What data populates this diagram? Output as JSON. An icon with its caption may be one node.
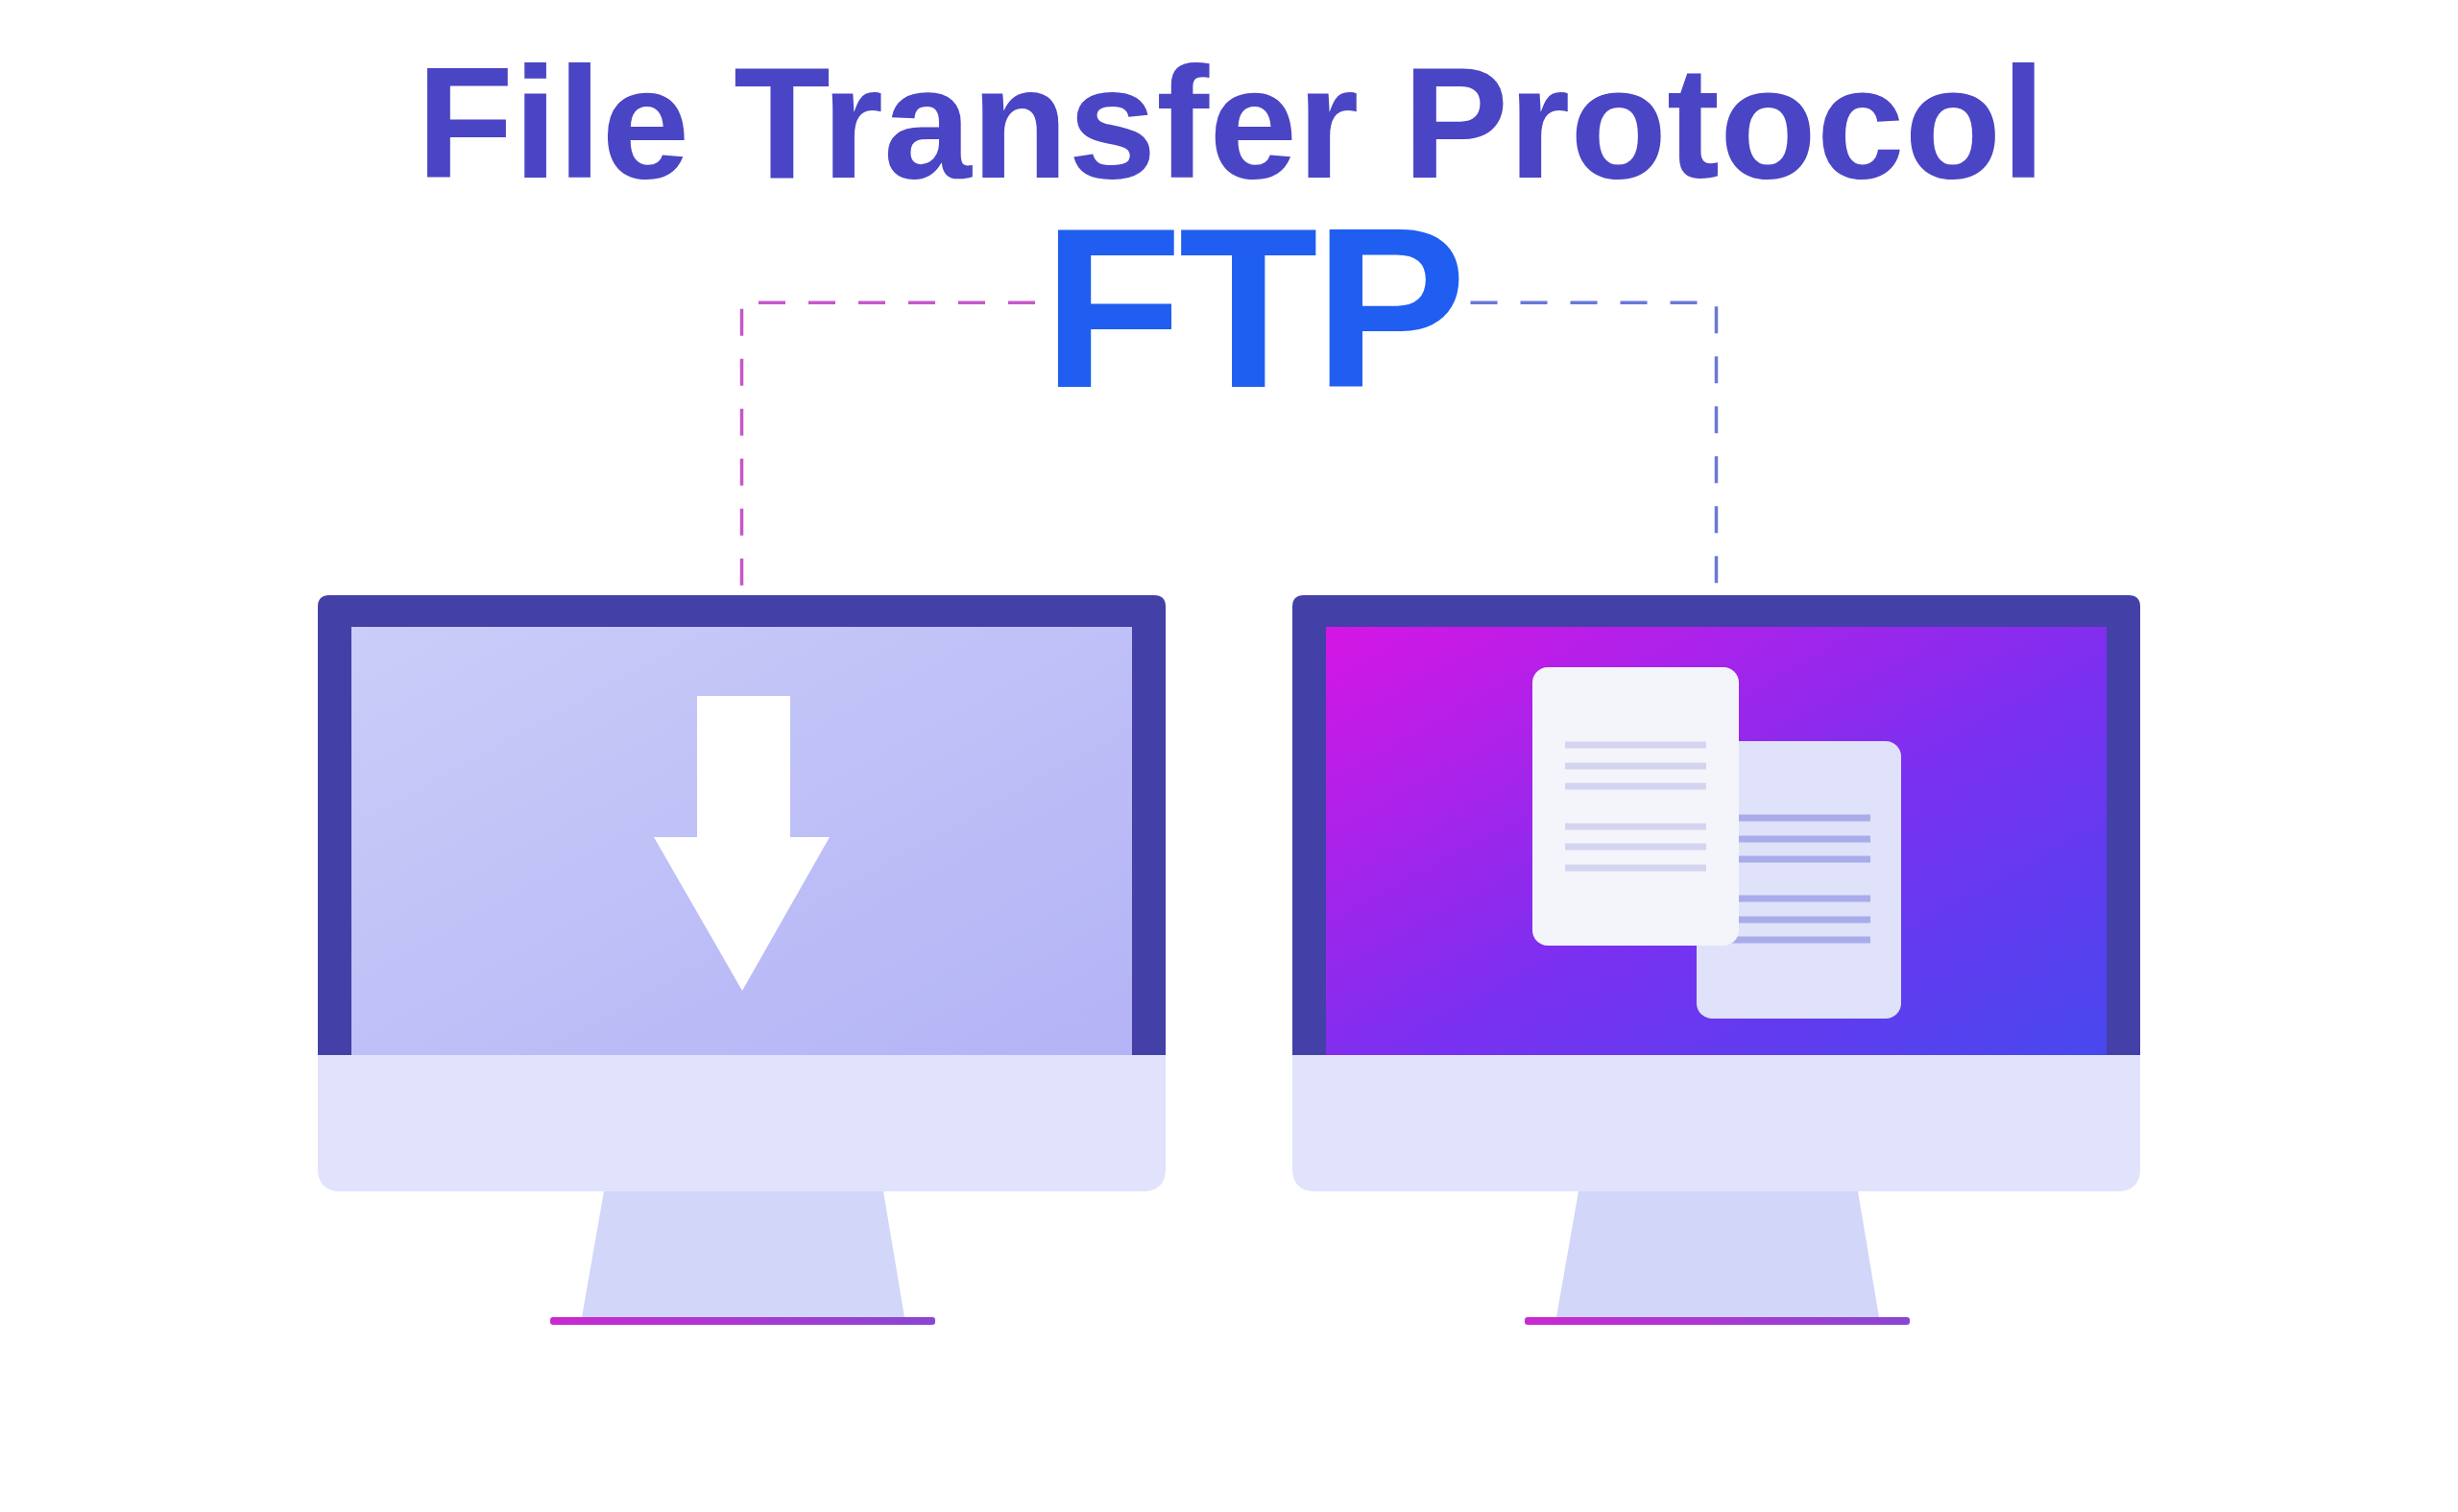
{
  "diagram": {
    "title": "File Transfer Protocol",
    "nodes": [
      {
        "text": [
          "FTP"
        ]
      },
      {
        "text": [],
        "shape": "picture"
      },
      {
        "text": [],
        "shape": "picture"
      }
    ],
    "edges": [
      {
        "from": 0,
        "to": 1,
        "arrow": "none",
        "style": "dashed",
        "color": "#c658c8"
      },
      {
        "from": 0,
        "to": 2,
        "arrow": "none",
        "style": "dashed",
        "color": "#6a78d8"
      }
    ]
  }
}
